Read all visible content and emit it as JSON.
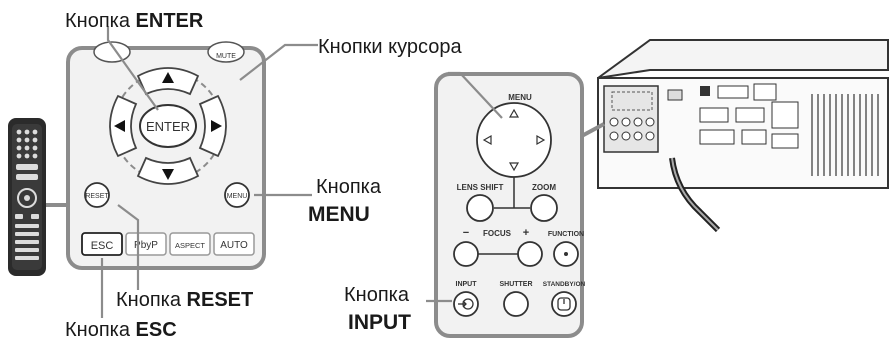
{
  "callouts": {
    "enter": {
      "prefix": "Кнопка ",
      "key": "ENTER"
    },
    "cursor": "Кнопки курсора",
    "menu": {
      "line1": "Кнопка",
      "line2": "MENU"
    },
    "reset": {
      "prefix": "Кнопка ",
      "key": "RESET"
    },
    "esc": {
      "prefix": "Кнопка ",
      "key": "ESC"
    },
    "input": {
      "line1": "Кнопка",
      "line2": "INPUT"
    }
  },
  "remote": {
    "enter": "ENTER",
    "reset": "RESET",
    "menu": "MENU",
    "mute": "MUTE",
    "bottom_keys": [
      "ESC",
      "PbyP",
      "ASPECT",
      "AUTO"
    ]
  },
  "panel": {
    "menu": "MENU",
    "lens_shift": "LENS SHIFT",
    "zoom": "ZOOM",
    "focus": "FOCUS",
    "minus": "−",
    "plus": "+",
    "function": "FUNCTION",
    "input": "INPUT",
    "shutter": "SHUTTER",
    "standby": "STANDBY/ON"
  },
  "colors": {
    "frame": "#8c8c8c",
    "ink": "#1a1a1a"
  }
}
